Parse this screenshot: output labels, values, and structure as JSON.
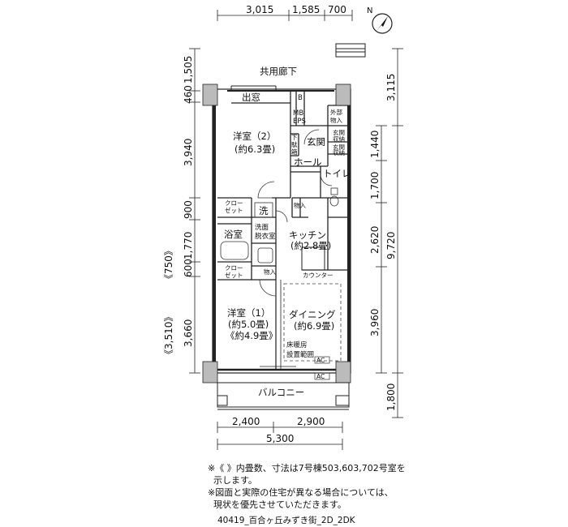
{
  "dims": {
    "top": [
      "3,015",
      "1,585",
      "700"
    ],
    "bottom_parts": [
      "2,400",
      "2,900"
    ],
    "bottom_total": "5,300",
    "left": [
      "1,505",
      "460",
      "3,940",
      "900",
      "1,770",
      "《750》",
      "600",
      "《3,510》",
      "3,660"
    ],
    "right_outer": [
      "3,115",
      "9,720",
      "1,800"
    ],
    "right_inner": [
      "1,440",
      "1,700",
      "2,620",
      "3,960"
    ]
  },
  "rooms": {
    "corridor": "共用廊下",
    "bay_window": "出窓",
    "west2_name": "洋室（2）",
    "west2_size": "(約6.3畳)",
    "entrance": "玄関",
    "hall": "ホール",
    "toilet": "トイレ",
    "mb_eps_1": "MB",
    "mb_eps_2": "EPS",
    "b": "B",
    "outside_storage_1": "外部",
    "outside_storage_2": "物入",
    "entry_storage_1": "玄関",
    "entry_storage_2": "収納",
    "entry_storage2_1": "玄関",
    "entry_storage2_2": "収納",
    "shoe_1": "下",
    "shoe_2": "駄",
    "shoe_3": "箱",
    "closet_a_1": "クロー",
    "closet_a_2": "ゼット",
    "wash": "洗",
    "bath": "浴室",
    "dressing_1": "洗面",
    "dressing_2": "脱衣室",
    "kitchen_name": "キッチン",
    "kitchen_size": "(約2.8畳)",
    "counter": "カウンター",
    "storage_k": "物入",
    "closet_b_1": "クロー",
    "closet_b_2": "ゼット",
    "storage_b": "物入",
    "west1_name": "洋室（1）",
    "west1_size1": "(約5.0畳)",
    "west1_size2": "《約4.9畳》",
    "dining_name": "ダイニング",
    "dining_size": "(約6.9畳)",
    "floor_heat_1": "床暖房",
    "floor_heat_2": "設置範囲",
    "ac1": "AC",
    "ac2": "AC",
    "balcony": "バルコニー"
  },
  "compass": "N",
  "notes": [
    "※《 》内畳数、寸法は7号棟503,603,702号室を",
    "  示します。",
    "※図面と実際の住宅が異なる場合については、",
    "  現状を優先させていただきます。"
  ],
  "code": "40419_百合ヶ丘みずき街_2D_2DK"
}
